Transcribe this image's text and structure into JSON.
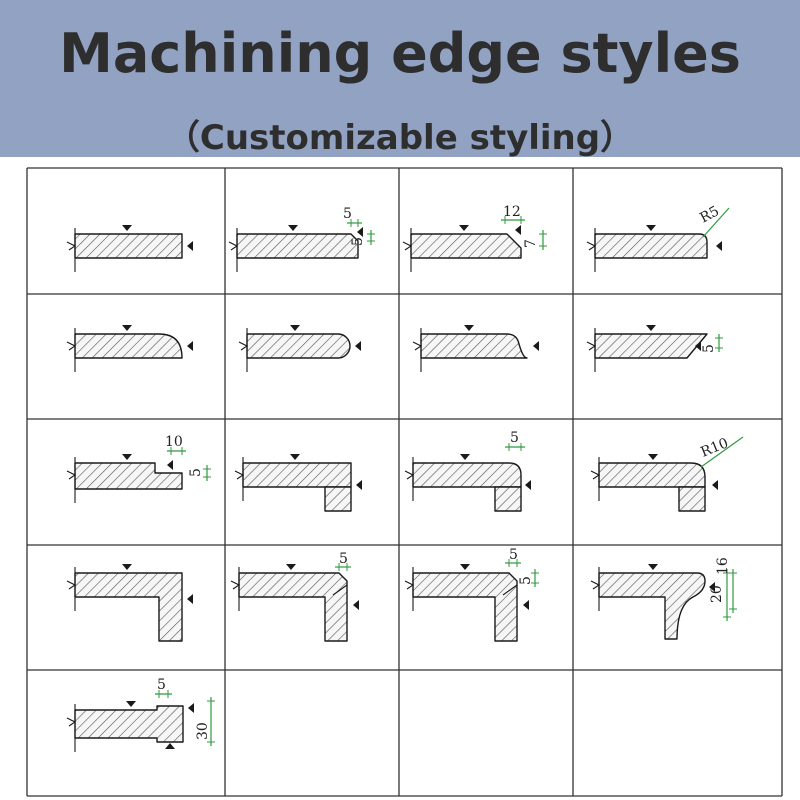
{
  "header": {
    "title": "Machining edge styles",
    "subtitle": "（Customizable styling）"
  },
  "colors": {
    "banner": "#91a2c3",
    "title_text": "#2e2e2e",
    "dimension_green": "#2e9a3e",
    "outline": "#1a1a1a"
  },
  "edges": [
    {
      "id": "flat",
      "profile": "flat",
      "dims": []
    },
    {
      "id": "chamfer-5",
      "profile": "small-chamfer",
      "dims": [
        "5",
        "5"
      ]
    },
    {
      "id": "chamfer-12",
      "profile": "top-chamfer",
      "dims": [
        "12",
        "7"
      ]
    },
    {
      "id": "round-r5",
      "profile": "radius-corner",
      "dims": [
        "R5"
      ]
    },
    {
      "id": "quarter-round",
      "profile": "quarter-round",
      "dims": []
    },
    {
      "id": "full-bullnose",
      "profile": "full-bullnose",
      "dims": []
    },
    {
      "id": "ogee",
      "profile": "ogee",
      "dims": []
    },
    {
      "id": "bevel",
      "profile": "bevel",
      "dims": [
        "5"
      ]
    },
    {
      "id": "step-10",
      "profile": "step",
      "dims": [
        "10",
        "5"
      ]
    },
    {
      "id": "laminated-flat",
      "profile": "laminated-flat",
      "dims": []
    },
    {
      "id": "laminated-chamfer",
      "profile": "laminated-chamfer",
      "dims": [
        "5"
      ]
    },
    {
      "id": "laminated-r10",
      "profile": "laminated-radius",
      "dims": [
        "R10"
      ]
    },
    {
      "id": "mitred-apron",
      "profile": "mitred-apron",
      "dims": []
    },
    {
      "id": "mitred-chamfer",
      "profile": "mitred-chamfer",
      "dims": [
        "5"
      ]
    },
    {
      "id": "mitred-double-chamfer",
      "profile": "mitred-double-chamfer",
      "dims": [
        "5",
        "5"
      ]
    },
    {
      "id": "ogee-laminated",
      "profile": "ogee-laminated",
      "dims": [
        "20",
        "16"
      ]
    },
    {
      "id": "raised-lip",
      "profile": "raised-lip",
      "dims": [
        "5",
        "30"
      ]
    }
  ]
}
